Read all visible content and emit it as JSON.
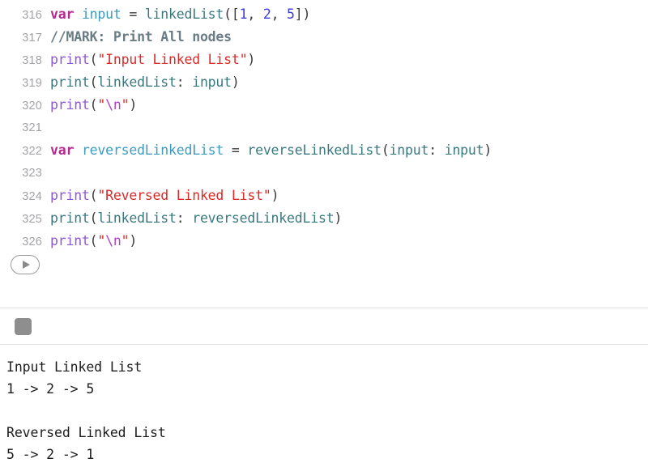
{
  "editor": {
    "language": "Swift",
    "first_line_number": 316,
    "lines": [
      {
        "number": "316",
        "tokens": [
          {
            "text": "var",
            "type": "keyword"
          },
          {
            "text": " ",
            "type": "plain"
          },
          {
            "text": "input",
            "type": "varname"
          },
          {
            "text": " = ",
            "type": "plain"
          },
          {
            "text": "linkedList",
            "type": "call"
          },
          {
            "text": "([",
            "type": "plain"
          },
          {
            "text": "1",
            "type": "number"
          },
          {
            "text": ", ",
            "type": "plain"
          },
          {
            "text": "2",
            "type": "number"
          },
          {
            "text": ", ",
            "type": "plain"
          },
          {
            "text": "5",
            "type": "number"
          },
          {
            "text": "])",
            "type": "plain"
          }
        ],
        "plain_text": "var input = linkedList([1, 2, 5])"
      },
      {
        "number": "317",
        "tokens": [
          {
            "text": "//MARK: Print All nodes",
            "type": "comment"
          }
        ],
        "plain_text": "//MARK: Print All nodes"
      },
      {
        "number": "318",
        "tokens": [
          {
            "text": "print",
            "type": "print"
          },
          {
            "text": "(",
            "type": "plain"
          },
          {
            "text": "\"Input Linked List\"",
            "type": "string"
          },
          {
            "text": ")",
            "type": "plain"
          }
        ],
        "plain_text": "print(\"Input Linked List\")"
      },
      {
        "number": "319",
        "tokens": [
          {
            "text": "print",
            "type": "call"
          },
          {
            "text": "(",
            "type": "plain"
          },
          {
            "text": "linkedList",
            "type": "call"
          },
          {
            "text": ": ",
            "type": "plain"
          },
          {
            "text": "input",
            "type": "call"
          },
          {
            "text": ")",
            "type": "plain"
          }
        ],
        "plain_text": "print(linkedList: input)"
      },
      {
        "number": "320",
        "tokens": [
          {
            "text": "print",
            "type": "print"
          },
          {
            "text": "(",
            "type": "plain"
          },
          {
            "text": "\"",
            "type": "string"
          },
          {
            "text": "\\n",
            "type": "escape"
          },
          {
            "text": "\"",
            "type": "string"
          },
          {
            "text": ")",
            "type": "plain"
          }
        ],
        "plain_text": "print(\"\\n\")"
      },
      {
        "number": "321",
        "tokens": [],
        "plain_text": ""
      },
      {
        "number": "322",
        "tokens": [
          {
            "text": "var",
            "type": "keyword"
          },
          {
            "text": " ",
            "type": "plain"
          },
          {
            "text": "reversedLinkedList",
            "type": "varname"
          },
          {
            "text": " = ",
            "type": "plain"
          },
          {
            "text": "reverseLinkedList",
            "type": "call"
          },
          {
            "text": "(",
            "type": "plain"
          },
          {
            "text": "input",
            "type": "call"
          },
          {
            "text": ": ",
            "type": "plain"
          },
          {
            "text": "input",
            "type": "call"
          },
          {
            "text": ")",
            "type": "plain"
          }
        ],
        "plain_text": "var reversedLinkedList = reverseLinkedList(input: input)"
      },
      {
        "number": "323",
        "tokens": [],
        "plain_text": ""
      },
      {
        "number": "324",
        "tokens": [
          {
            "text": "print",
            "type": "print"
          },
          {
            "text": "(",
            "type": "plain"
          },
          {
            "text": "\"Reversed Linked List\"",
            "type": "string"
          },
          {
            "text": ")",
            "type": "plain"
          }
        ],
        "plain_text": "print(\"Reversed Linked List\")"
      },
      {
        "number": "325",
        "tokens": [
          {
            "text": "print",
            "type": "call"
          },
          {
            "text": "(",
            "type": "plain"
          },
          {
            "text": "linkedList",
            "type": "call"
          },
          {
            "text": ": ",
            "type": "plain"
          },
          {
            "text": "reversedLinkedList",
            "type": "call"
          },
          {
            "text": ")",
            "type": "plain"
          }
        ],
        "plain_text": "print(linkedList: reversedLinkedList)"
      },
      {
        "number": "326",
        "tokens": [
          {
            "text": "print",
            "type": "print"
          },
          {
            "text": "(",
            "type": "plain"
          },
          {
            "text": "\"",
            "type": "string"
          },
          {
            "text": "\\n",
            "type": "escape"
          },
          {
            "text": "\"",
            "type": "string"
          },
          {
            "text": ")",
            "type": "plain"
          }
        ],
        "plain_text": "print(\"\\n\")"
      }
    ],
    "run_button": {
      "icon": "play-icon",
      "label": ""
    }
  },
  "console_toolbar": {
    "stop_button": {
      "icon": "stop-square-icon",
      "label": ""
    }
  },
  "console": {
    "output_lines": [
      "Input Linked List",
      "1 -> 2 -> 5",
      "",
      "Reversed Linked List",
      "5 -> 2 -> 1"
    ]
  },
  "colors": {
    "background": "#ffffff",
    "gutter_text": "#a3a3a8",
    "keyword": "#b8288f",
    "variable": "#3e9bc0",
    "call": "#38797f",
    "number": "#3a3ad6",
    "string": "#d82b28",
    "escape": "#b33fd1",
    "print_function": "#8f56d6",
    "comment": "#6a7c85",
    "plain_code": "#3b3b3b",
    "console_text": "#1c1c1c",
    "divider": "#e2e2e4",
    "stop_button": "#8e8e8e",
    "run_button_outline": "#9a9a9a"
  }
}
